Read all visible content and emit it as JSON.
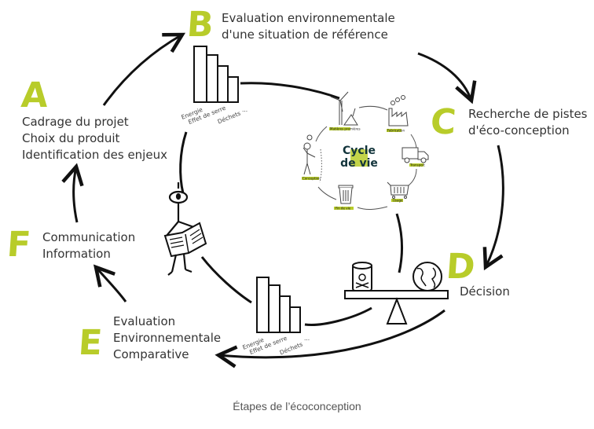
{
  "accent_color": "#b8cc2a",
  "text_color": "#333333",
  "steps": [
    {
      "letter": "A",
      "lines": [
        "Cadrage du projet",
        "Choix du produit",
        "Identification des enjeux"
      ]
    },
    {
      "letter": "B",
      "lines": [
        "Evaluation environnementale",
        "d'une situation de référence"
      ]
    },
    {
      "letter": "C",
      "lines": [
        "Recherche de pistes",
        "d'éco-conception"
      ]
    },
    {
      "letter": "D",
      "lines": [
        "Décision"
      ]
    },
    {
      "letter": "E",
      "lines": [
        "Evaluation",
        "Environnementale",
        "Comparative"
      ]
    },
    {
      "letter": "F",
      "lines": [
        "Communication",
        "Information"
      ]
    }
  ],
  "bar_chart_labels": [
    "Energie",
    "Effet de serre",
    "Déchets",
    "..."
  ],
  "life_cycle": {
    "title_lines": [
      "Cycle",
      "de vie"
    ],
    "stages": [
      "Matières premières",
      "Fabrication",
      "Transport",
      "Usage",
      "Fin de vie",
      "Conception"
    ]
  },
  "icons": [
    "wind-turbine-icon",
    "factory-icon",
    "truck-icon",
    "shopping-cart-icon",
    "trash-bin-icon",
    "thinking-person-icon",
    "reading-person-icon",
    "scale-icon",
    "toxic-barrel-icon",
    "globe-icon",
    "bar-chart-icon"
  ],
  "caption": "Étapes de l’écoconception"
}
